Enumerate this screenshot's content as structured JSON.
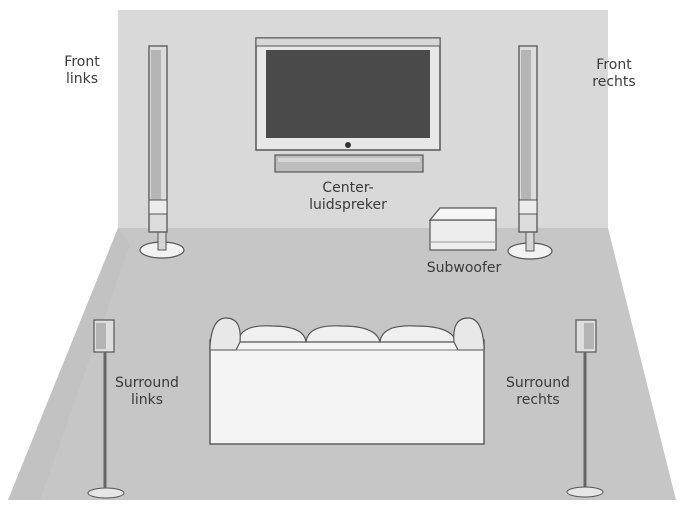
{
  "labels": {
    "front_left": {
      "line1": "Front",
      "line2": "links"
    },
    "front_right": {
      "line1": "Front",
      "line2": "rechts"
    },
    "center": {
      "line1": "Center-",
      "line2": "luidspreker"
    },
    "subwoofer": {
      "line1": "Subwoofer"
    },
    "surround_left": {
      "line1": "Surround",
      "line2": "links"
    },
    "surround_right": {
      "line1": "Surround",
      "line2": "rechts"
    }
  },
  "colors": {
    "wall": "#d9d9d9",
    "floor": "#c7c7c7",
    "outline": "#555555",
    "speaker_face": "#bdbdbd",
    "screen": "#4a4a4a",
    "sofa": "#f4f4f4"
  }
}
